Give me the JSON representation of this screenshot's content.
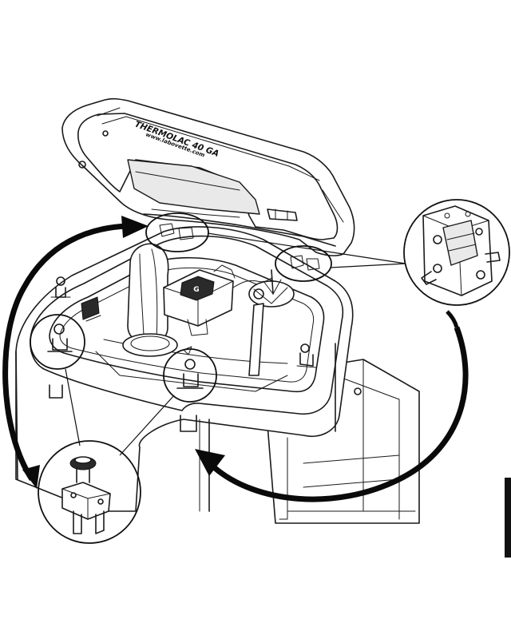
{
  "lid_text": {
    "model": "THERMOLAC 40 GA",
    "website": "www.labovette.com"
  },
  "badge_text": "G",
  "colors": {
    "line": "#1a1a1a",
    "arrow": "#0a0a0a",
    "panel_fill": "#e9e9e9",
    "background": "#ffffff"
  },
  "icons": [
    "hinge-detail",
    "latch-detail",
    "rotation-arrow"
  ]
}
